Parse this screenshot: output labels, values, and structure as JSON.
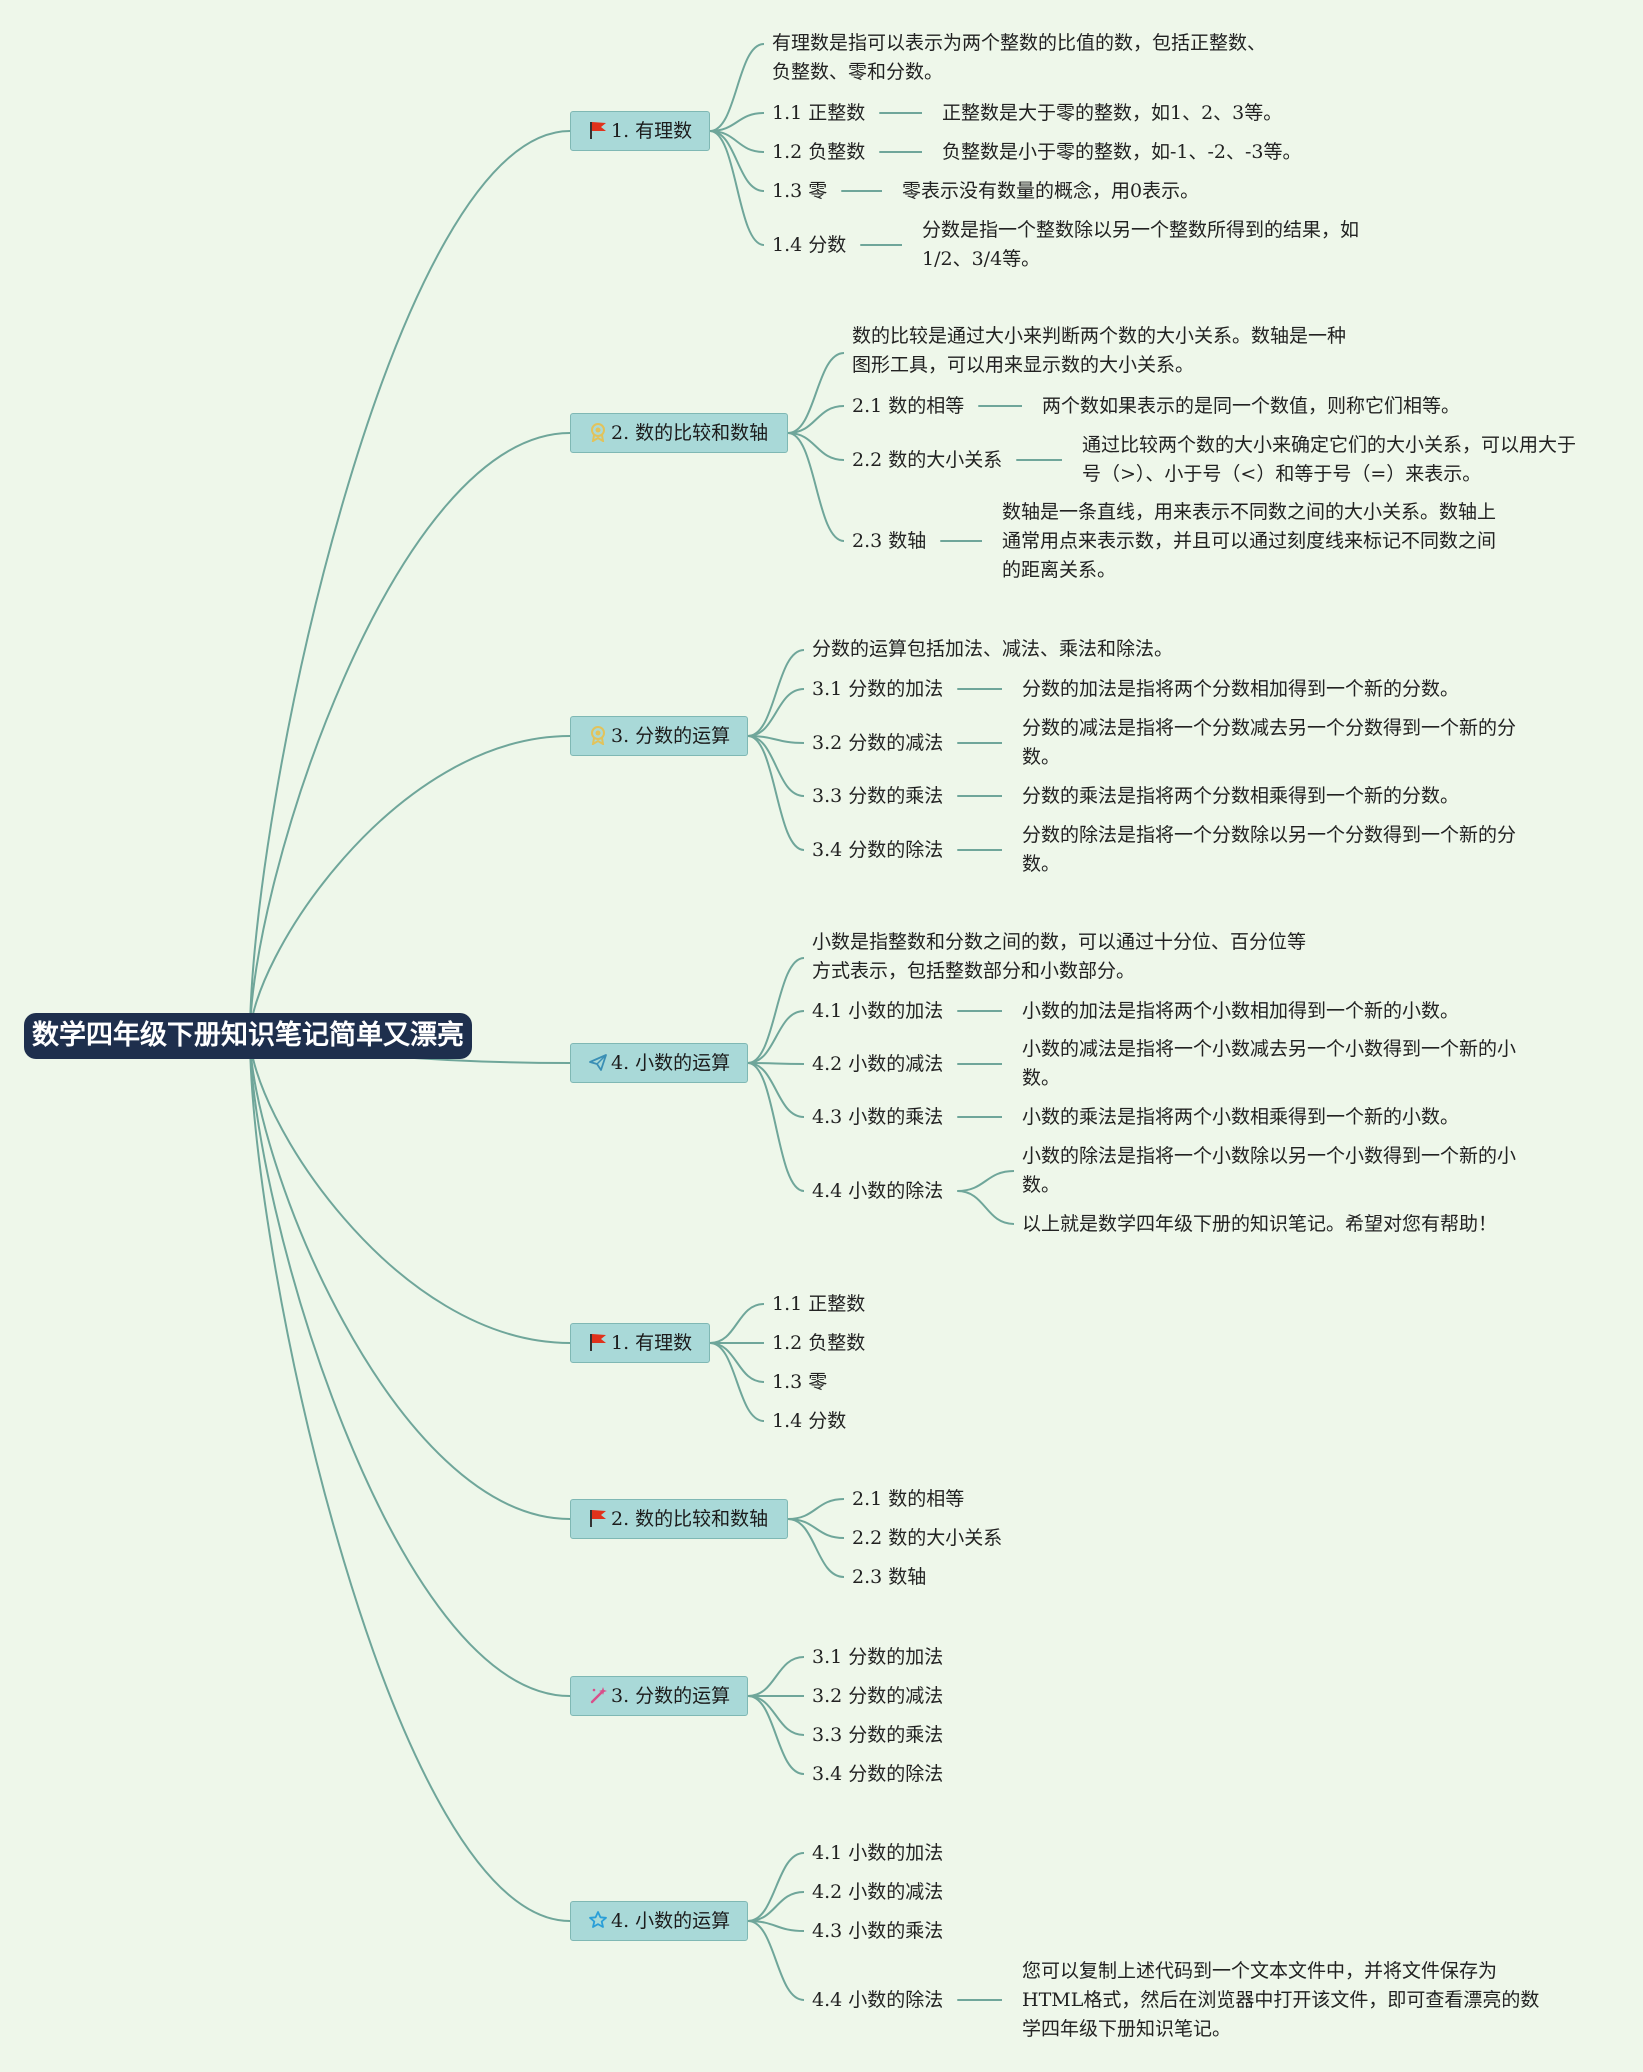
{
  "root": {
    "title": "数学四年级下册知识笔记简单又漂亮"
  },
  "branches": [
    {
      "title": "1. 有理数",
      "icon": "red-flag-icon",
      "intro": "有理数是指可以表示为两个整数的比值的数，包括正整数、负整数、零和分数。",
      "items": [
        {
          "label": "1.1 正整数",
          "desc": "正整数是大于零的整数，如1、2、3等。"
        },
        {
          "label": "1.2 负整数",
          "desc": "负整数是小于零的整数，如-1、-2、-3等。"
        },
        {
          "label": "1.3 零",
          "desc": "零表示没有数量的概念，用0表示。"
        },
        {
          "label": "1.4 分数",
          "desc": "分数是指一个整数除以另一个整数所得到的结果，如1/2、3/4等。"
        }
      ]
    },
    {
      "title": "2. 数的比较和数轴",
      "icon": "medal-icon",
      "intro": "数的比较是通过大小来判断两个数的大小关系。数轴是一种图形工具，可以用来显示数的大小关系。",
      "items": [
        {
          "label": "2.1 数的相等",
          "desc": "两个数如果表示的是同一个数值，则称它们相等。"
        },
        {
          "label": "2.2 数的大小关系",
          "desc": "通过比较两个数的大小来确定它们的大小关系，可以用大于号（>）、小于号（<）和等于号（=）来表示。"
        },
        {
          "label": "2.3 数轴",
          "desc": "数轴是一条直线，用来表示不同数之间的大小关系。数轴上通常用点来表示数，并且可以通过刻度线来标记不同数之间的距离关系。"
        }
      ]
    },
    {
      "title": "3. 分数的运算",
      "icon": "medal-icon",
      "intro": "分数的运算包括加法、减法、乘法和除法。",
      "items": [
        {
          "label": "3.1 分数的加法",
          "desc": "分数的加法是指将两个分数相加得到一个新的分数。"
        },
        {
          "label": "3.2 分数的减法",
          "desc": "分数的减法是指将一个分数减去另一个分数得到一个新的分数。"
        },
        {
          "label": "3.3 分数的乘法",
          "desc": "分数的乘法是指将两个分数相乘得到一个新的分数。"
        },
        {
          "label": "3.4 分数的除法",
          "desc": "分数的除法是指将一个分数除以另一个分数得到一个新的分数。"
        }
      ]
    },
    {
      "title": "4. 小数的运算",
      "icon": "paper-plane-icon",
      "intro": "小数是指整数和分数之间的数，可以通过十分位、百分位等方式表示，包括整数部分和小数部分。",
      "items": [
        {
          "label": "4.1 小数的加法",
          "desc": "小数的加法是指将两个小数相加得到一个新的小数。"
        },
        {
          "label": "4.2 小数的减法",
          "desc": "小数的减法是指将一个小数减去另一个小数得到一个新的小数。"
        },
        {
          "label": "4.3 小数的乘法",
          "desc": "小数的乘法是指将两个小数相乘得到一个新的小数。"
        },
        {
          "label": "4.4 小数的除法",
          "desc": "小数的除法是指将一个小数除以另一个小数得到一个新的小数。",
          "extra": "以上就是数学四年级下册的知识笔记。希望对您有帮助！"
        }
      ]
    },
    {
      "title": "1. 有理数",
      "icon": "red-flag-icon",
      "items": [
        {
          "label": "1.1 正整数"
        },
        {
          "label": "1.2 负整数"
        },
        {
          "label": "1.3 零"
        },
        {
          "label": "1.4 分数"
        }
      ]
    },
    {
      "title": "2. 数的比较和数轴",
      "icon": "red-flag-icon",
      "items": [
        {
          "label": "2.1 数的相等"
        },
        {
          "label": "2.2 数的大小关系"
        },
        {
          "label": "2.3 数轴"
        }
      ]
    },
    {
      "title": "3. 分数的运算",
      "icon": "magic-wand-icon",
      "items": [
        {
          "label": "3.1 分数的加法"
        },
        {
          "label": "3.2 分数的减法"
        },
        {
          "label": "3.3 分数的乘法"
        },
        {
          "label": "3.4 分数的除法"
        }
      ]
    },
    {
      "title": "4. 小数的运算",
      "icon": "star-icon",
      "items": [
        {
          "label": "4.1 小数的加法"
        },
        {
          "label": "4.2 小数的减法"
        },
        {
          "label": "4.3 小数的乘法"
        },
        {
          "label": "4.4 小数的除法",
          "desc": "您可以复制上述代码到一个文本文件中，并将文件保存为HTML格式，然后在浏览器中打开该文件，即可查看漂亮的数学四年级下册知识笔记。"
        }
      ]
    }
  ],
  "colors": {
    "background": "#eef7ea",
    "root": "#1e2f4d",
    "branch": "#a9d9d8",
    "edge": "#6fa69a",
    "flag": "#e0321c",
    "medal": "#e2c35b",
    "plane": "#3a8fb5",
    "wand": "#d94f8a",
    "star": "#2a9fd8"
  }
}
